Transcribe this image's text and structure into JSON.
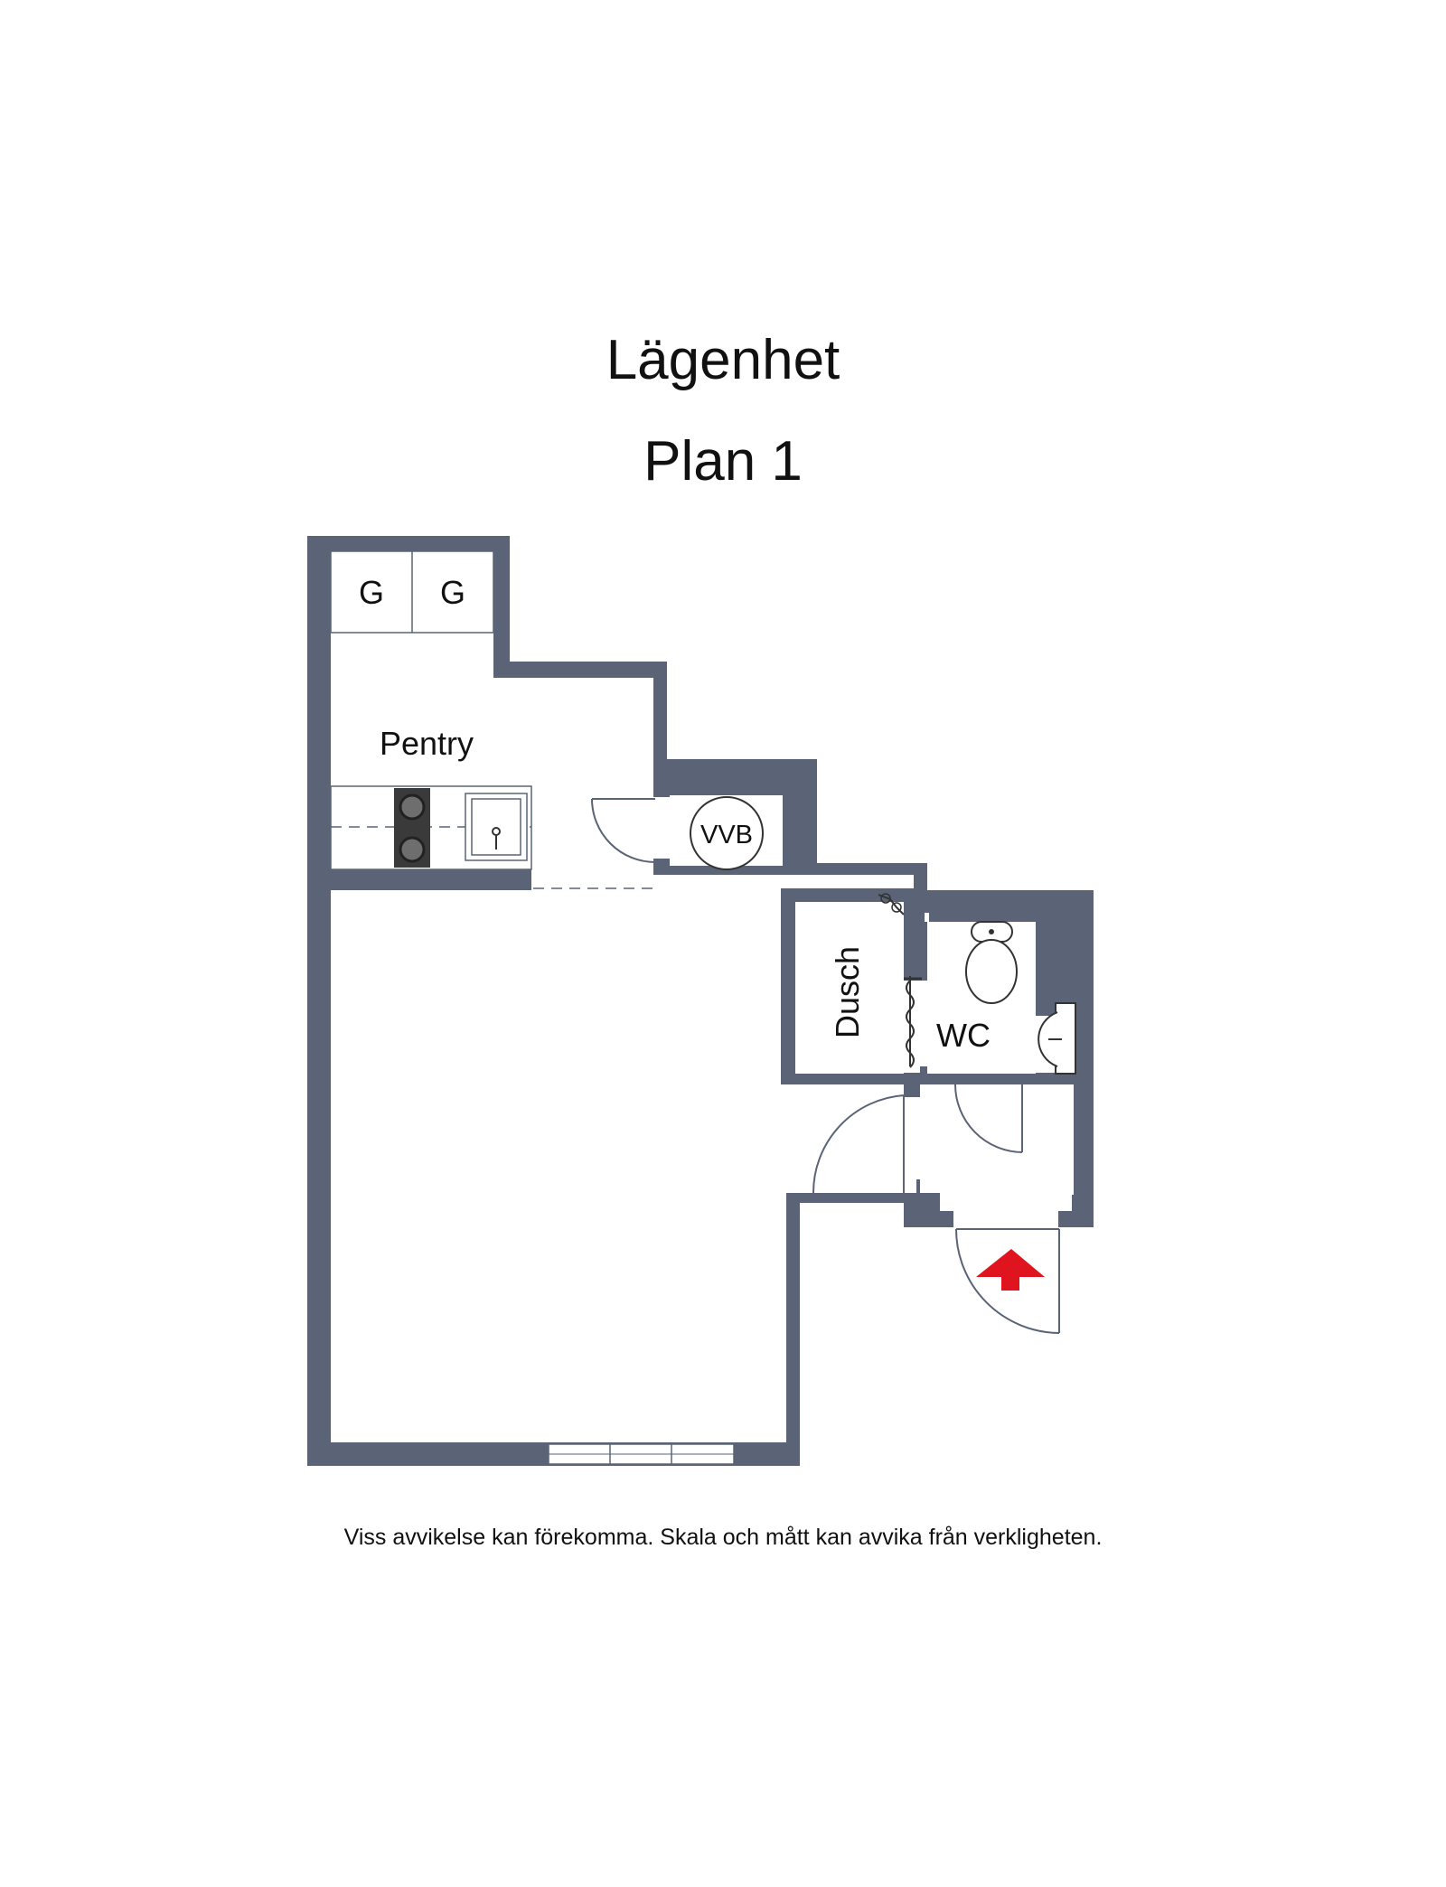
{
  "title": "Lägenhet",
  "subtitle": "Plan 1",
  "rooms": {
    "garderob_1": "G",
    "garderob_2": "G",
    "pentry": "Pentry",
    "vvb": "VVB",
    "dusch": "Dusch",
    "wc": "WC"
  },
  "disclaimer": "Viss avvikelse kan förekomma. Skala och mått kan avvika från verkligheten.",
  "colors": {
    "wall": "#5a6476",
    "entrance_arrow": "#e0141e",
    "stove": "#3a3a3a"
  },
  "icons": {
    "entrance": "entrance-arrow-icon",
    "stove": "stove-icon",
    "sink": "sink-icon",
    "toilet": "toilet-icon",
    "washbasin": "washbasin-icon",
    "shower": "shower-icon",
    "window": "window-icon"
  }
}
